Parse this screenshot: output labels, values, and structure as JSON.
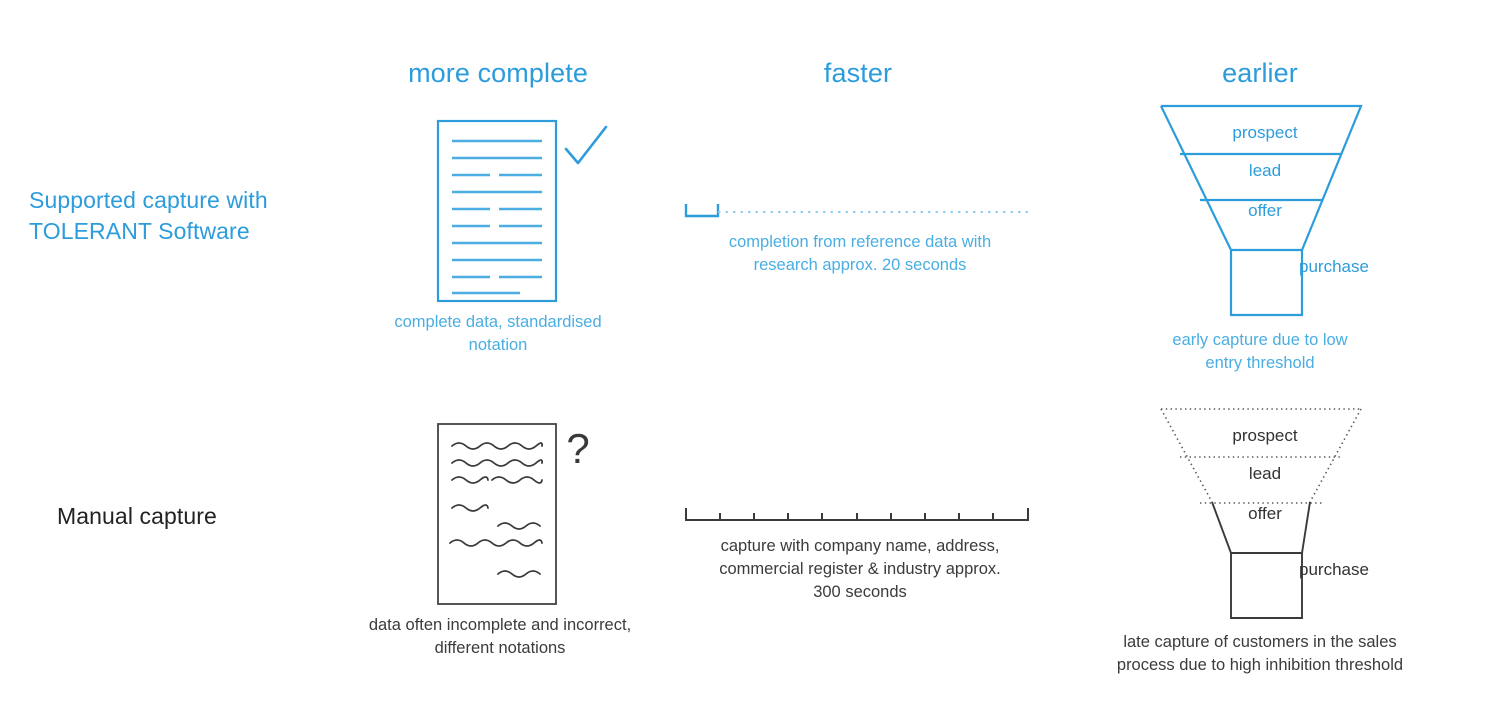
{
  "theme": {
    "accent_blue": "#2d9cdb",
    "caption_blue": "#4aaee2",
    "dark": "#333333",
    "caption_dark": "#3b3b3b"
  },
  "columns": [
    {
      "id": "more-complete",
      "label": "more complete"
    },
    {
      "id": "faster",
      "label": "faster"
    },
    {
      "id": "earlier",
      "label": "earlier"
    }
  ],
  "rows": [
    {
      "id": "supported",
      "label_line1": "Supported capture with",
      "label_line2": "TOLERANT Software"
    },
    {
      "id": "manual",
      "label_line1": "Manual capture",
      "label_line2": ""
    }
  ],
  "supported": {
    "document": {
      "icon": "document-with-check-icon",
      "check": "check-mark-icon",
      "caption_line1": "complete data, standardised",
      "caption_line2": "notation"
    },
    "speed": {
      "icon": "short-measure-bar-icon",
      "caption_line1": "completion from reference data with",
      "caption_line2": "research approx. 20 seconds",
      "duration_seconds": 20,
      "bar_segments": 1,
      "total_segments": 10
    },
    "funnel": {
      "icon": "sales-funnel-icon",
      "stages": [
        "prospect",
        "lead",
        "offer"
      ],
      "outlet_label": "purchase",
      "caption_line1": "early capture due to low",
      "caption_line2": "entry threshold"
    }
  },
  "manual": {
    "document": {
      "icon": "document-with-question-icon",
      "question": "question-mark-icon",
      "caption_line1": "data often incomplete and incorrect,",
      "caption_line2": "different notations"
    },
    "speed": {
      "icon": "long-measure-ruler-icon",
      "caption_line1": "capture with company name, address,",
      "caption_line2": "commercial register & industry approx.",
      "caption_line3": "300 seconds",
      "duration_seconds": 300,
      "bar_segments": 10,
      "total_segments": 10
    },
    "funnel": {
      "icon": "sales-funnel-icon",
      "stages": [
        "prospect",
        "lead",
        "offer"
      ],
      "outlet_label": "purchase",
      "caption_line1": "late capture of customers in the sales",
      "caption_line2": "process due to high inhibition threshold"
    }
  },
  "chart_data": {
    "type": "table",
    "title": "Supported capture with TOLERANT Software vs. Manual capture",
    "categories": [
      "more complete",
      "faster",
      "earlier"
    ],
    "series": [
      {
        "name": "Supported capture with TOLERANT Software",
        "values": [
          "complete data, standardised notation",
          "completion from reference data with research approx. 20 seconds",
          "early capture due to low entry threshold"
        ],
        "seconds": 20,
        "color": "#2d9cdb"
      },
      {
        "name": "Manual capture",
        "values": [
          "data often incomplete and incorrect, different notations",
          "capture with company name, address, commercial register & industry approx. 300 seconds",
          "late capture of customers in the sales process due to high inhibition threshold"
        ],
        "seconds": 300,
        "color": "#333333"
      }
    ],
    "funnel_stages": [
      "prospect",
      "lead",
      "offer",
      "purchase"
    ]
  }
}
